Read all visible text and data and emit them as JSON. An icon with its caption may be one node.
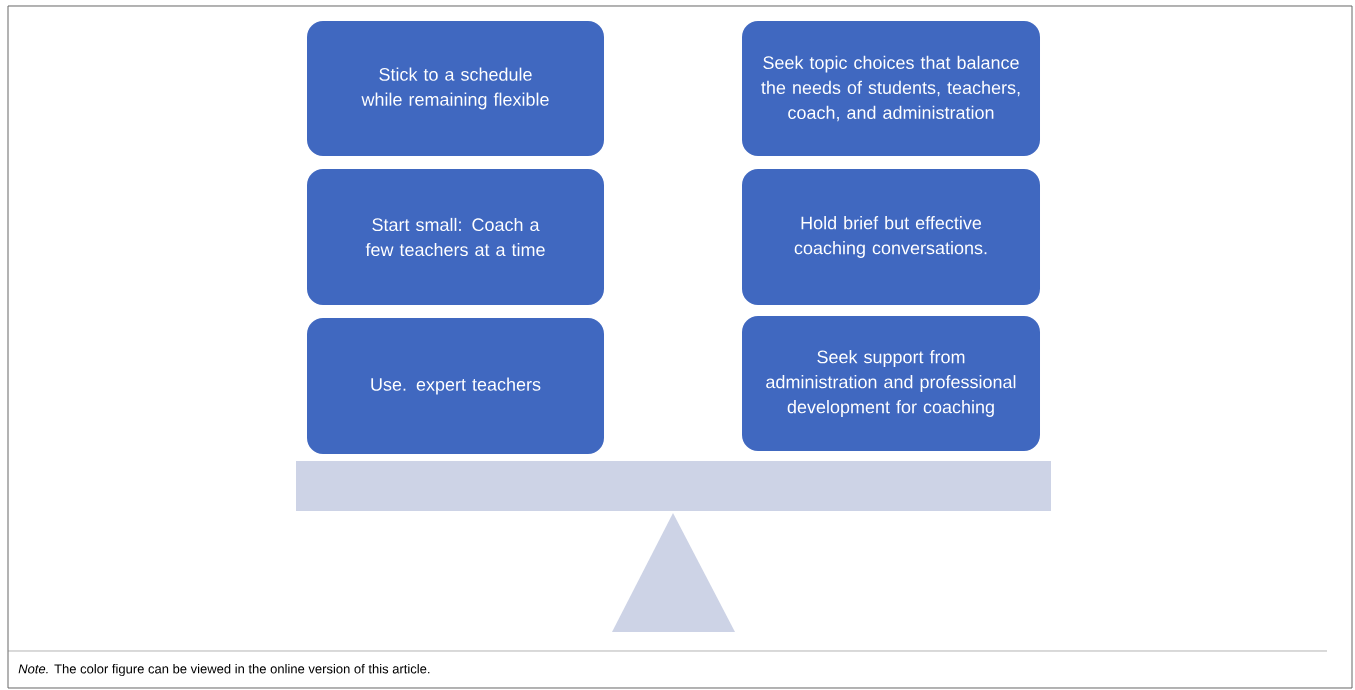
{
  "diagram": {
    "caption": "*Note.* The color figure can be viewed in the online version of this article.",
    "nodes": [
      {
        "text": [
          "Stick to a schedule while remaining flexible"
        ]
      },
      {
        "text": [
          "Seek topic choices that balance the needs of students, teachers, coach, and administration"
        ]
      },
      {
        "text": [
          "Start small: Coach a few teachers at a time"
        ]
      },
      {
        "text": [
          "Hold brief but effective coaching conversations."
        ]
      },
      {
        "text": [
          "Use. expert teachers"
        ]
      },
      {
        "text": [
          "Seek support from administration and professional development for coaching"
        ]
      }
    ]
  }
}
